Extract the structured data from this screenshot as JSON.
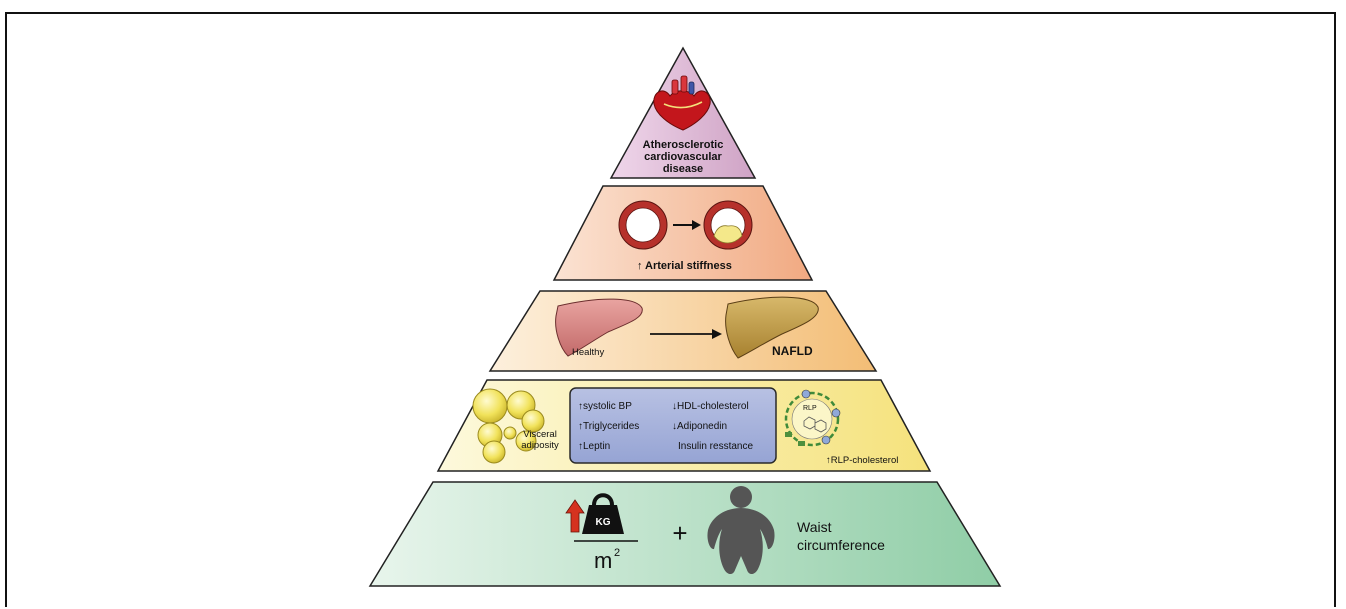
{
  "tiers": {
    "top": {
      "label_lines": [
        "Atherosclerotic",
        "cardiovascular",
        "disease"
      ],
      "icon": "heart-icon",
      "fill": "#d9b3d0"
    },
    "arterial": {
      "label": "Arterial stiffness",
      "arrow": "↑",
      "icon": "artery-cross-section-icon",
      "fill": "#f5c0a0"
    },
    "liver": {
      "healthy_label": "Healthy",
      "nafld_label": "NAFLD",
      "icon": "liver-icon",
      "fill": "#f7cf9a"
    },
    "visceral": {
      "adiposity_label_lines": [
        "Visceral",
        "adiposity"
      ],
      "markers_left": [
        {
          "arrow": "↑",
          "text": "systolic BP"
        },
        {
          "arrow": "↑",
          "text": "Triglycerides"
        },
        {
          "arrow": "↑",
          "text": "Leptin"
        }
      ],
      "markers_right": [
        {
          "arrow": "↓",
          "text": "HDL-cholesterol"
        },
        {
          "arrow": "↓",
          "text": "Adiponedin"
        },
        {
          "arrow": "",
          "text": "Insulin resstance"
        }
      ],
      "rlp_badge": "RLP",
      "rlp_label": "RLP-cholesterol",
      "rlp_arrow": "↑",
      "icon": "fat-cells-icon",
      "fill": "#f8ec9e",
      "box_fill": "#a9b5dd"
    },
    "base": {
      "weight_text": "KG",
      "denominator": "m",
      "exponent": "2",
      "plus": "+",
      "waist_lines": [
        "Waist",
        "circumference"
      ],
      "icon": "body-silhouette-icon",
      "fill": "#a8d8b9"
    }
  }
}
